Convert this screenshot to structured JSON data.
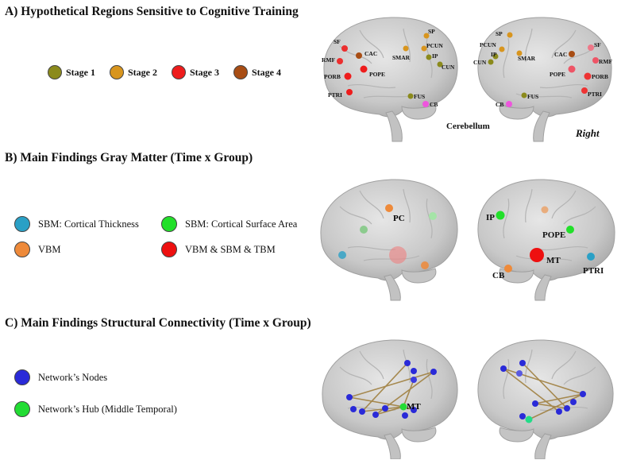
{
  "colors": {
    "stage1": "#8b8a1c",
    "stage2": "#d8951e",
    "stage3": "#ee1c1c",
    "stage4": "#a84d14",
    "thickness": "#2aa0c6",
    "vbm": "#ee8a3a",
    "surface": "#22e02a",
    "combined": "#ee1010",
    "node": "#2a2ad8",
    "hub": "#22dc33",
    "edge": "#a08040"
  },
  "sectionA": {
    "title": "A) Hypothetical Regions Sensitive to Cognitive Training",
    "legend": [
      {
        "label": "Stage 1",
        "color": "#8b8a1c"
      },
      {
        "label": "Stage 2",
        "color": "#d8951e"
      },
      {
        "label": "Stage 3",
        "color": "#ee1c1c"
      },
      {
        "label": "Stage 4",
        "color": "#a84d14"
      }
    ],
    "left_labels": [
      "SF",
      "RMF",
      "PORB",
      "PTRI",
      "CAC",
      "POPE",
      "SMAR",
      "SP",
      "PCUN",
      "IP",
      "CUN",
      "FUS",
      "CB"
    ],
    "right_labels": [
      "SP",
      "PCUN",
      "IP",
      "CUN",
      "SMAR",
      "CAC",
      "SF",
      "RMF",
      "POPE",
      "PORB",
      "PTRI",
      "CB",
      "FUS"
    ],
    "cerebellum_label": "Cerebellum",
    "right_label": "Right"
  },
  "sectionB": {
    "title": "B) Main Findings Gray Matter (Time x Group)",
    "legend": [
      {
        "label": "SBM: Cortical Thickness",
        "color": "#2aa0c6"
      },
      {
        "label": "SBM: Cortical Surface Area",
        "color": "#22e02a"
      },
      {
        "label": "VBM",
        "color": "#ee8a3a"
      },
      {
        "label": "VBM & SBM & TBM",
        "color": "#ee1010"
      }
    ],
    "left_labels": [
      "PC"
    ],
    "right_labels": [
      "IP",
      "POPE",
      "MT",
      "CB",
      "PTRI"
    ]
  },
  "sectionC": {
    "title": "C) Main Findings Structural Connectivity (Time x Group)",
    "legend": [
      {
        "label": "Network’s Nodes",
        "color": "#2a2ad8"
      },
      {
        "label": "Network’s Hub (Middle Temporal)",
        "color": "#22dc33"
      }
    ],
    "left_labels": [
      "MT"
    ]
  }
}
